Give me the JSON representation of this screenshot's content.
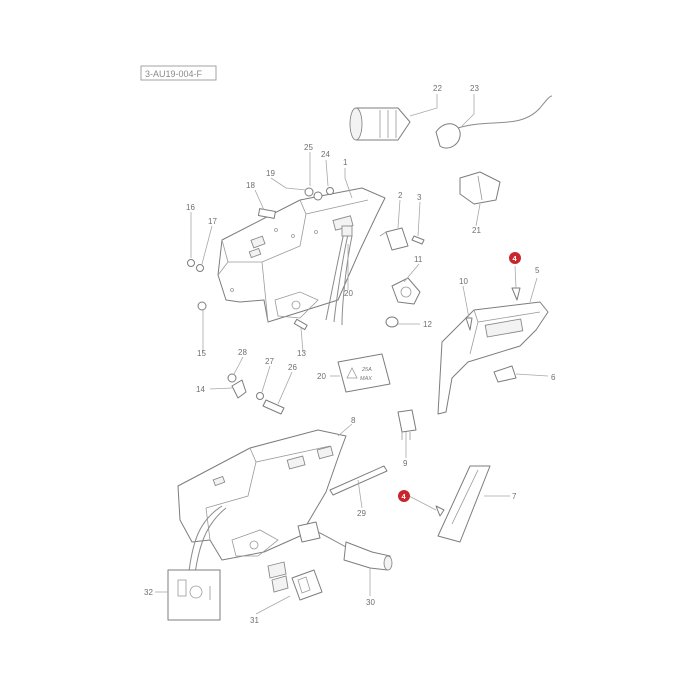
{
  "reference_code": "3-AU19-004-F",
  "callouts": {
    "c1": "1",
    "c2": "2",
    "c3": "3",
    "c4a": "4",
    "c4b": "4",
    "c5": "5",
    "c6": "6",
    "c7": "7",
    "c8": "8",
    "c9": "9",
    "c10": "10",
    "c11": "11",
    "c12": "12",
    "c13": "13",
    "c14": "14",
    "c15": "15",
    "c16": "16",
    "c17": "17",
    "c18": "18",
    "c19": "19",
    "c20a": "20",
    "c20b": "20",
    "c21": "21",
    "c22": "22",
    "c23": "23",
    "c24": "24",
    "c25": "25",
    "c26": "26",
    "c27": "27",
    "c28": "28",
    "c29": "29",
    "c30": "30",
    "c31": "31",
    "c32": "32"
  },
  "decal": {
    "line1": "25A",
    "line2": "MAX"
  },
  "colors": {
    "highlight": "#c9252c",
    "linework": "#7d7d7d",
    "callout_text": "#6f6f6f"
  }
}
